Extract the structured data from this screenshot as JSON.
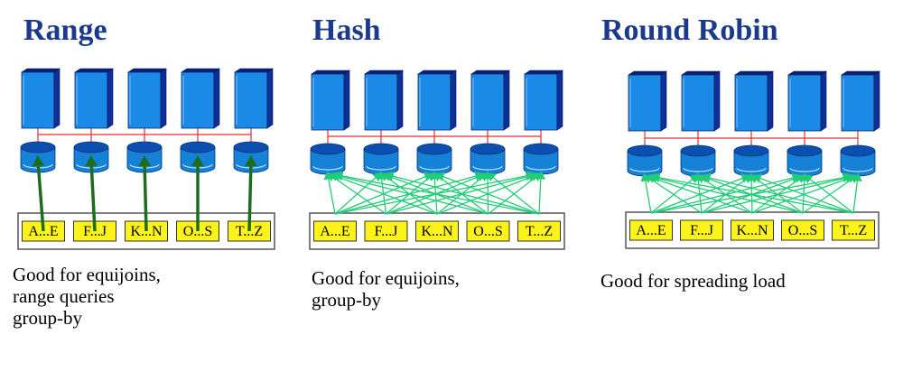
{
  "colors": {
    "title": "#1c3a8c",
    "server_front": "#1b8ae6",
    "server_side": "#0c2f9a",
    "server_top": "#0b1f7a",
    "disk_body": "#1582d8",
    "disk_top": "#0b4fb0",
    "bus_line": "#e03030",
    "chunk_fill": "#fbf31a",
    "chunk_border": "#333333",
    "range_arrow": "#1d6d1d",
    "spread_arrow": "#22cc77"
  },
  "panels": [
    {
      "title": "Range",
      "scheme": "range",
      "chunks": [
        "A...E",
        "F...J",
        "K...N",
        "O...S",
        "T...Z"
      ],
      "description": [
        "Good for equijoins,",
        "range queries",
        "group-by"
      ]
    },
    {
      "title": "Hash",
      "scheme": "hash",
      "chunks": [
        "A...E",
        "F...J",
        "K...N",
        "O...S",
        "T...Z"
      ],
      "description": [
        "Good for equijoins,",
        "group-by"
      ]
    },
    {
      "title": "Round Robin",
      "scheme": "round-robin",
      "chunks": [
        "A...E",
        "F...J",
        "K...N",
        "O...S",
        "T...Z"
      ],
      "description": [
        "Good for spreading load"
      ]
    }
  ]
}
